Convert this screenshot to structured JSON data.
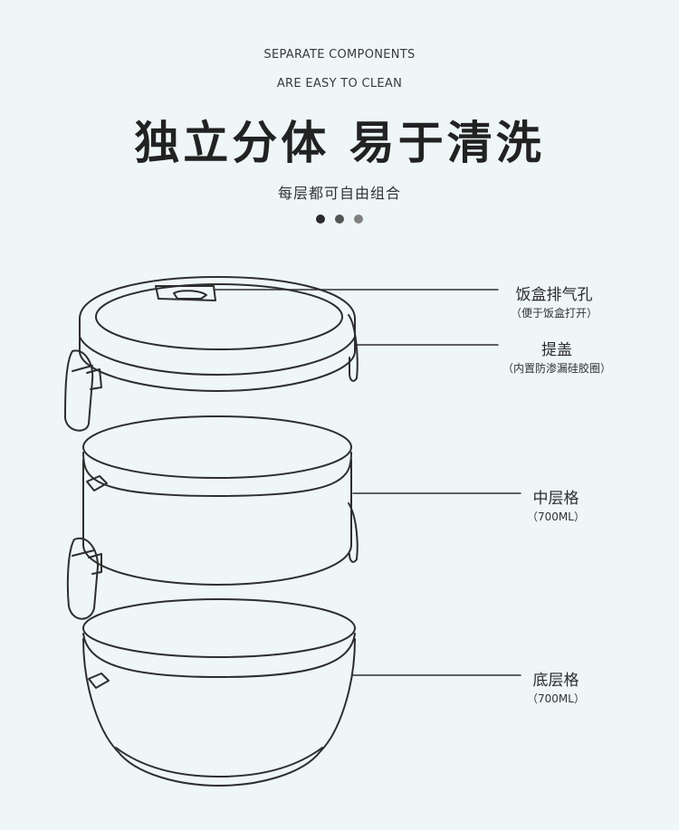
{
  "header": {
    "en_line1": "SEPARATE COMPONENTS",
    "en_line2": "ARE EASY TO CLEAN",
    "title": "独立分体 易于清洗",
    "subtitle": "每层都可自由组合",
    "dot_colors": [
      "#2a2a2a",
      "#555555",
      "#808080"
    ]
  },
  "labels": [
    {
      "main": "饭盒排气孔",
      "sub": "（便于饭盒打开）"
    },
    {
      "main": "提盖",
      "sub": "（内置防渗漏硅胶圈）"
    },
    {
      "main": "中层格",
      "sub": "（700ML）"
    },
    {
      "main": "底层格",
      "sub": "（700ML）"
    }
  ],
  "colors": {
    "background": "#eef6f8",
    "stroke": "#2e2e2e"
  }
}
